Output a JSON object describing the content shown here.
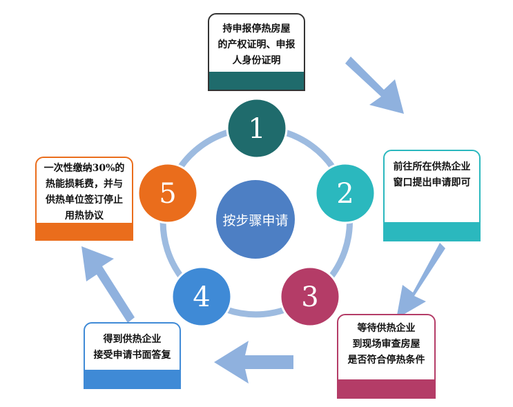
{
  "center": {
    "label": "按步骤申请",
    "color": "#4d7fc4"
  },
  "steps": [
    {
      "number": "1",
      "color": "#1f6b6c",
      "text": "持申报停热房屋\n的产权证明、申报\n人身份证明"
    },
    {
      "number": "2",
      "color": "#2bb8be",
      "text": "前往所在供热企业\n窗口提出申请即可"
    },
    {
      "number": "3",
      "color": "#b43c67",
      "text": "等待供热企业\n到现场审查房屋\n是否符合停热条件"
    },
    {
      "number": "4",
      "color": "#3f8ad6",
      "text": "得到供热企业\n接受申请书面答复"
    },
    {
      "number": "5",
      "color": "#ea6d1c",
      "text": "一次性缴纳30%的\n热能损耗费，并与\n供热单位签订停止\n用热协议"
    }
  ],
  "colors": {
    "ring": "#9dbbe0",
    "arrow": "#8fb1de"
  }
}
